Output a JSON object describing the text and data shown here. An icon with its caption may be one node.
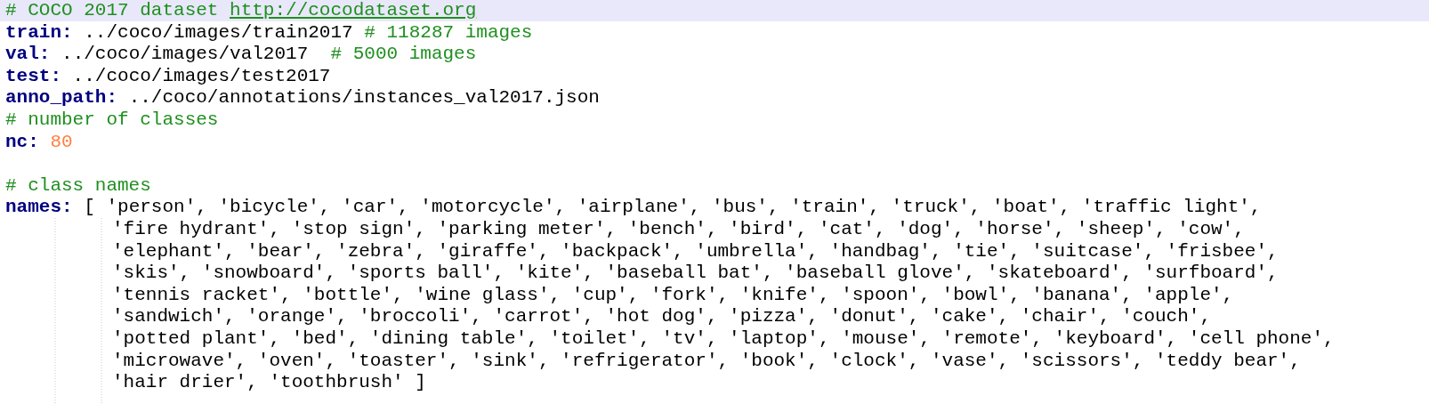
{
  "diagram": {
    "labels": [
      "# COCO 2017 dataset",
      "http://cocodataset.org",
      "**train:** ../coco/images/train2017",
      "# 118287 images",
      "**val:** ../coco/images/val2017",
      "# 5000 images",
      "**test:** ../coco/images/test2017",
      "**anno_path:** ../coco/annotations/instances_val2017.json",
      "# number of classes",
      "**nc:**",
      "80",
      "# class names",
      "**names:** [ 'person', 'bicycle', 'car', 'motorcycle', 'airplane', 'bus', 'train', 'truck', 'boat', 'traffic light',",
      "'fire hydrant', 'stop sign', 'parking meter', 'bench', 'bird', 'cat', 'dog', 'horse', 'sheep', 'cow',",
      "'elephant', 'bear', 'zebra', 'giraffe', 'backpack', 'umbrella', 'handbag', 'tie', 'suitcase', 'frisbee',",
      "'skis', 'snowboard', 'sports ball', 'kite', 'baseball bat', 'baseball glove', 'skateboard', 'surfboard',",
      "'tennis racket', 'bottle', 'wine glass', 'cup', 'fork', 'knife', 'spoon', 'bowl', 'banana', 'apple',",
      "'sandwich', 'orange', 'broccoli', 'carrot', 'hot dog', 'pizza', 'donut', 'cake', 'chair', 'couch',",
      "'potted plant', 'bed', 'dining table', 'toilet', 'tv', 'laptop', 'mouse', 'remote', 'keyboard', 'cell phone',",
      "'microwave', 'oven', 'toaster', 'sink', 'refrigerator', 'book', 'clock', 'vase', 'scissors', 'teddy bear',",
      "'hair drier', 'toothbrush' ]"
    ]
  }
}
